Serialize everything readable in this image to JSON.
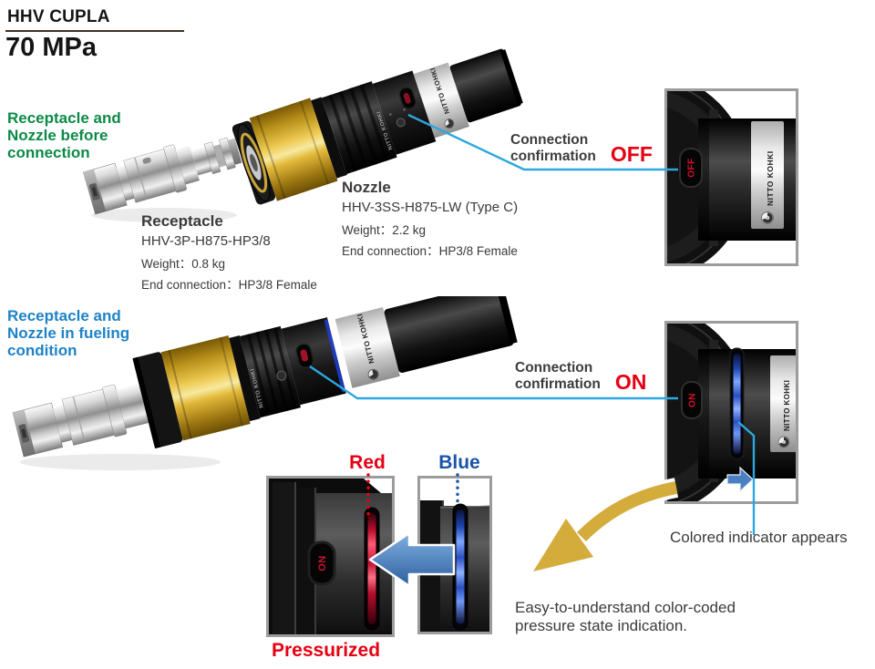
{
  "header": {
    "series": "HHV CUPLA",
    "rating": "70 MPa"
  },
  "brand": {
    "name": "NITTO KOHKI",
    "logo_number": "2"
  },
  "section_before": {
    "caption": "Receptacle and\nNozzle before\nconnection",
    "receptacle": {
      "title": "Receptacle",
      "model": "HHV-3P-H875-HP3/8",
      "weight": "Weight：0.8 kg",
      "end_connection": "End connection：HP3/8 Female"
    },
    "nozzle": {
      "title": "Nozzle",
      "model": "HHV-3SS-H875-LW (Type C)",
      "weight": "Weight：2.2 kg",
      "end_connection": "End connection：HP3/8 Female"
    },
    "confirmation": {
      "label": "Connection\nconfirmation",
      "state": "OFF"
    }
  },
  "section_fueling": {
    "caption": "Receptacle and\nNozzle in fueling\ncondition",
    "confirmation": {
      "label": "Connection\nconfirmation",
      "state": "ON"
    }
  },
  "indicator": {
    "red_label": "Red",
    "blue_label": "Blue",
    "pressurized": "Pressurized",
    "appears": "Colored indicator appears",
    "description": "Easy-to-understand color-coded\npressure state indication.",
    "window_on": "ON",
    "window_off": "OFF"
  },
  "colors": {
    "caption_green": "#0c8a47",
    "caption_blue": "#1e82c8",
    "accent_red": "#e60012",
    "blue_label": "#1a55a8",
    "callout_line_blue": "#2da7e0",
    "arrow_blue": "#4a80c0",
    "arrow_gold": "#d3ac3c",
    "gold_sleeve": "#e3b93a"
  }
}
